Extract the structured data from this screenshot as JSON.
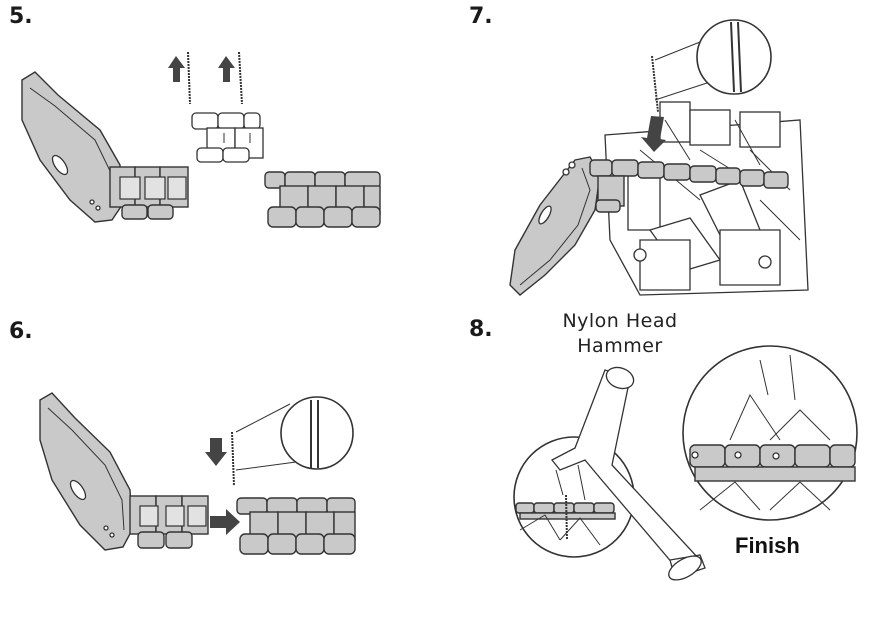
{
  "steps": [
    {
      "number": "5."
    },
    {
      "number": "6."
    },
    {
      "number": "7."
    },
    {
      "number": "8."
    }
  ],
  "step8": {
    "tool_label_line1": "Nylon Head",
    "tool_label_line2": "Hammer",
    "finish_label": "Finish"
  },
  "colors": {
    "band": "#c9c9c9",
    "outline": "#333333",
    "arrow": "#444444"
  }
}
